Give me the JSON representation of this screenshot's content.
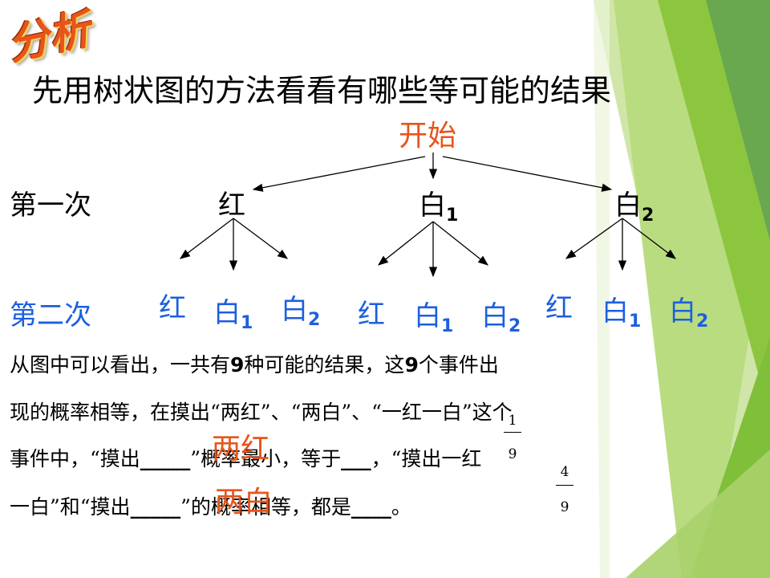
{
  "badge": "分析",
  "heading": "先用树状图的方法看看有哪些等可能的结果",
  "tree": {
    "root": "开始",
    "level1_label": "第一次",
    "level2_label": "第二次",
    "level1_nodes": [
      {
        "text": "红",
        "sub": ""
      },
      {
        "text": "白",
        "sub": "1"
      },
      {
        "text": "白",
        "sub": "2"
      }
    ],
    "level2_nodes": [
      {
        "text": "红",
        "sub": ""
      },
      {
        "text": "白",
        "sub": "1"
      },
      {
        "text": "白",
        "sub": "2"
      },
      {
        "text": "红",
        "sub": ""
      },
      {
        "text": "白",
        "sub": "1"
      },
      {
        "text": "白",
        "sub": "2"
      },
      {
        "text": "红",
        "sub": ""
      },
      {
        "text": "白",
        "sub": "1"
      },
      {
        "text": "白",
        "sub": "2"
      }
    ]
  },
  "text": {
    "line1_a": "从图中可以看出，一共有",
    "line1_b": "9",
    "line1_c": "种可能的结果，这",
    "line1_d": "9",
    "line1_e": "个事件出",
    "line2": "现的概率相等，在摸出“两红”、“两白”、“一红一白”这个",
    "line3_a": "事件中，“摸出",
    "line3_blank": "_____",
    "line3_b": "”概率最小，等于",
    "line3_blank2": "___",
    "line3_c": "，“摸出一红",
    "line4_a": "一白”和“摸出",
    "line4_blank": "_____",
    "line4_b": "”的概率相等，都是",
    "line4_blank2": "____",
    "line4_c": "。"
  },
  "answers": {
    "least_likely": "两红",
    "equal_case": "两白",
    "least_prob_num": "1",
    "least_prob_den": "9",
    "equal_prob_num": "4",
    "equal_prob_den": "9"
  },
  "colors": {
    "accent": "#e8541a",
    "blue": "#1c5fe0",
    "green_dark": "#6aa84f",
    "green_light": "#a8d26b"
  }
}
